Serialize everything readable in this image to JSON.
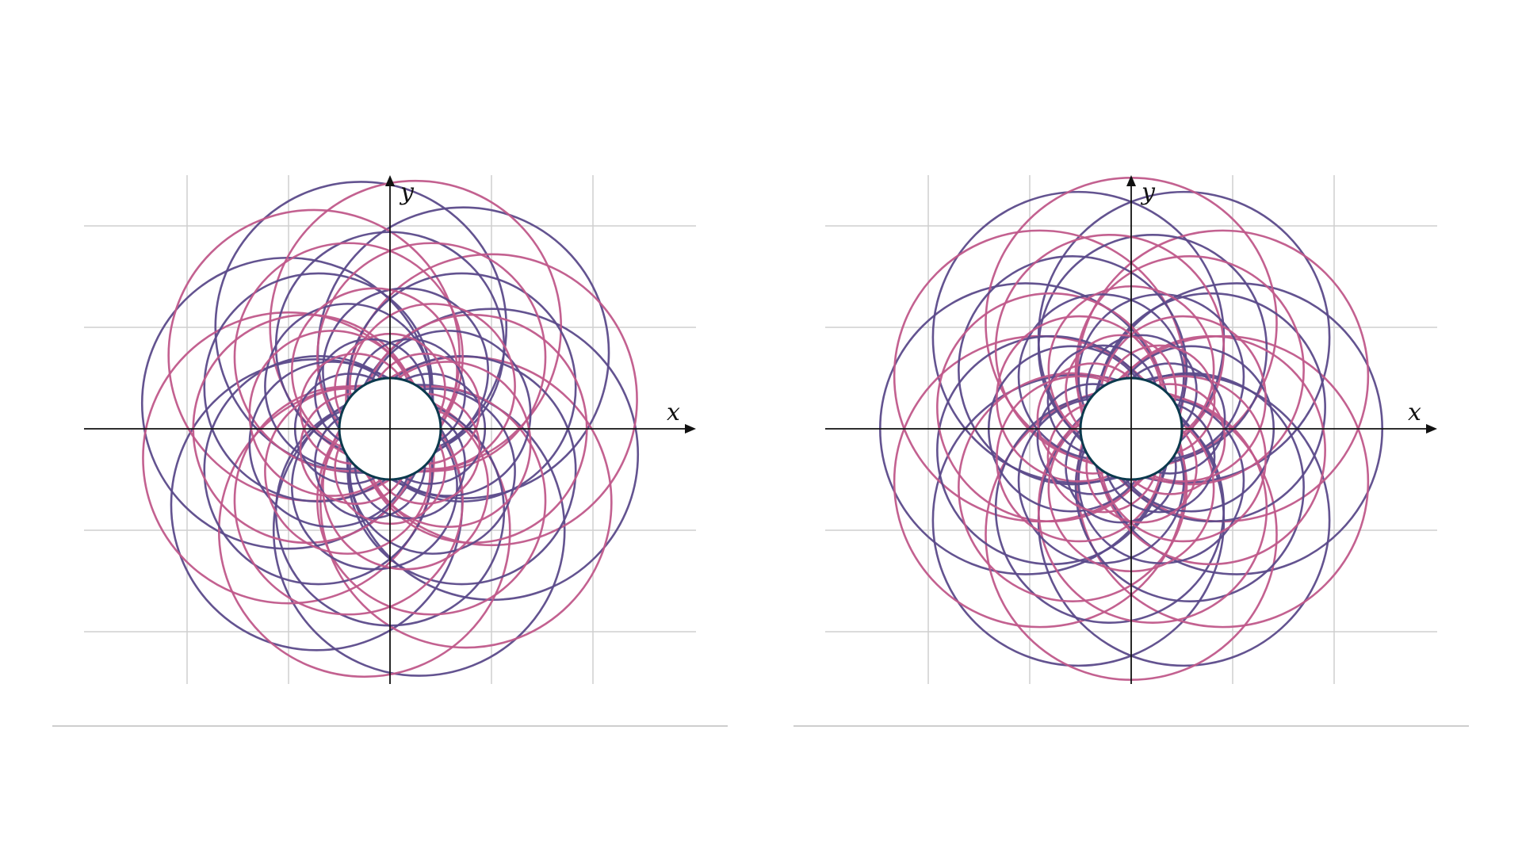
{
  "colors": {
    "grid": "#cfcfcf",
    "axis": "#111111",
    "separator": "#bdbdbd",
    "circle": "#0b3a4e",
    "purple": "#5b4a8a",
    "pink": "#c0588a"
  },
  "axes": {
    "x_label": "x",
    "y_label": "y"
  },
  "panels": [
    {
      "id": "left",
      "base_circle": {
        "center": [
          0,
          0
        ],
        "radius": 0.4
      },
      "rings": [
        {
          "color": "purple",
          "radius": 1.85,
          "phase_deg": -14
        },
        {
          "color": "pink",
          "radius": 1.85,
          "phase_deg": 16
        },
        {
          "color": "purple",
          "radius": 1.45,
          "phase_deg": 30
        },
        {
          "color": "pink",
          "radius": 1.45,
          "phase_deg": 60
        },
        {
          "color": "purple",
          "radius": 1.05,
          "phase_deg": 75
        },
        {
          "color": "pink",
          "radius": 1.05,
          "phase_deg": 105
        },
        {
          "color": "purple",
          "radius": 0.7,
          "phase_deg": 120
        },
        {
          "color": "pink",
          "radius": 0.7,
          "phase_deg": 150
        }
      ]
    },
    {
      "id": "right",
      "base_circle": {
        "center": [
          0,
          0
        ],
        "radius": 0.4
      },
      "rings": [
        {
          "color": "purple",
          "radius": 1.85,
          "phase_deg": 0
        },
        {
          "color": "pink",
          "radius": 1.85,
          "phase_deg": 30
        },
        {
          "color": "purple",
          "radius": 1.45,
          "phase_deg": 15
        },
        {
          "color": "pink",
          "radius": 1.45,
          "phase_deg": 45
        },
        {
          "color": "purple",
          "radius": 1.05,
          "phase_deg": 0
        },
        {
          "color": "pink",
          "radius": 1.05,
          "phase_deg": 30
        },
        {
          "color": "purple",
          "radius": 0.7,
          "phase_deg": 15
        },
        {
          "color": "pink",
          "radius": 0.7,
          "phase_deg": 45
        }
      ]
    }
  ]
}
